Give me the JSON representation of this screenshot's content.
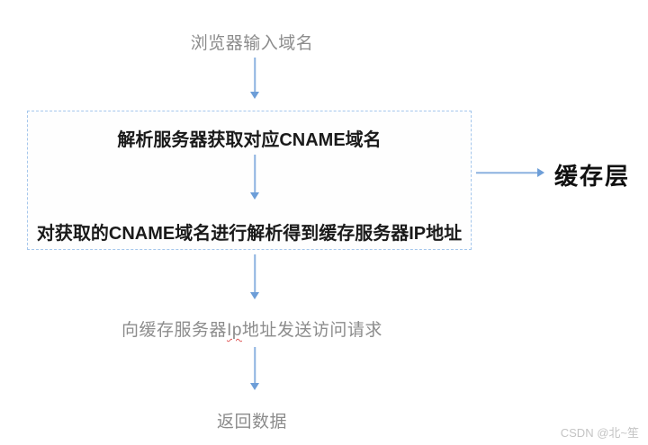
{
  "page": {
    "background": "#ffffff"
  },
  "colors": {
    "arrow_shaft": "#8cb2e0",
    "arrow_head": "#6d9ed8",
    "box_border": "#a5c7ec",
    "bold_text": "#1a1a1a",
    "gray_text": "#8c8c8c",
    "spellcheck_underline": "#e05c5c",
    "watermark_text": "#c4c4c4"
  },
  "flowchart": {
    "start_node": "浏览器输入域名",
    "resolver_box": {
      "step1": "解析服务器获取对应CNAME域名",
      "step2": "对获取的CNAME域名进行解析得到缓存服务器IP地址"
    },
    "cache_layer_label": "缓存层",
    "request_node": {
      "prefix": "向缓存服务器",
      "misspelled": "Ip",
      "suffix": "地址发送访问请求"
    },
    "return_node": "返回数据"
  },
  "watermark": "CSDN @北~笙"
}
